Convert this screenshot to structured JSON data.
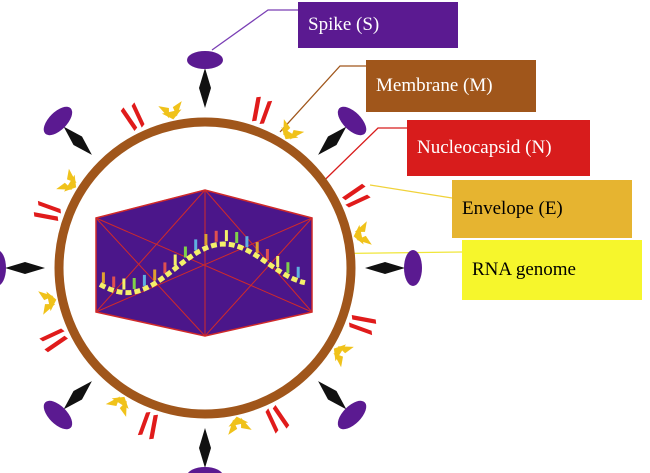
{
  "labels": {
    "spike": "Spike (S)",
    "membrane": "Membrane (M)",
    "nucleocapsid": "Nucleocapsid (N)",
    "envelope": "Envelope (E)",
    "rna": "RNA genome"
  },
  "colors": {
    "spike": "#5b1a91",
    "spike_stalk": "#111111",
    "membrane": "#a0561b",
    "nucleocapsid": "#e01b1b",
    "envelope": "#f0c21a",
    "capsid_fill": "#4b168a",
    "capsid_border": "#d02a2a",
    "rna_strand": "#f4f06a",
    "rna_box": "#f6f62c",
    "label_spike_bg": "#5b1a91",
    "label_spike_text": "#ffffff",
    "label_membrane_bg": "#a0561b",
    "label_membrane_text": "#ffffff",
    "label_nucleocapsid_bg": "#d81c1c",
    "label_nucleocapsid_text": "#ffffff",
    "label_envelope_bg": "#e6b430",
    "label_envelope_text": "#000000",
    "label_rna_bg": "#f6f62c",
    "label_rna_text": "#000000"
  }
}
